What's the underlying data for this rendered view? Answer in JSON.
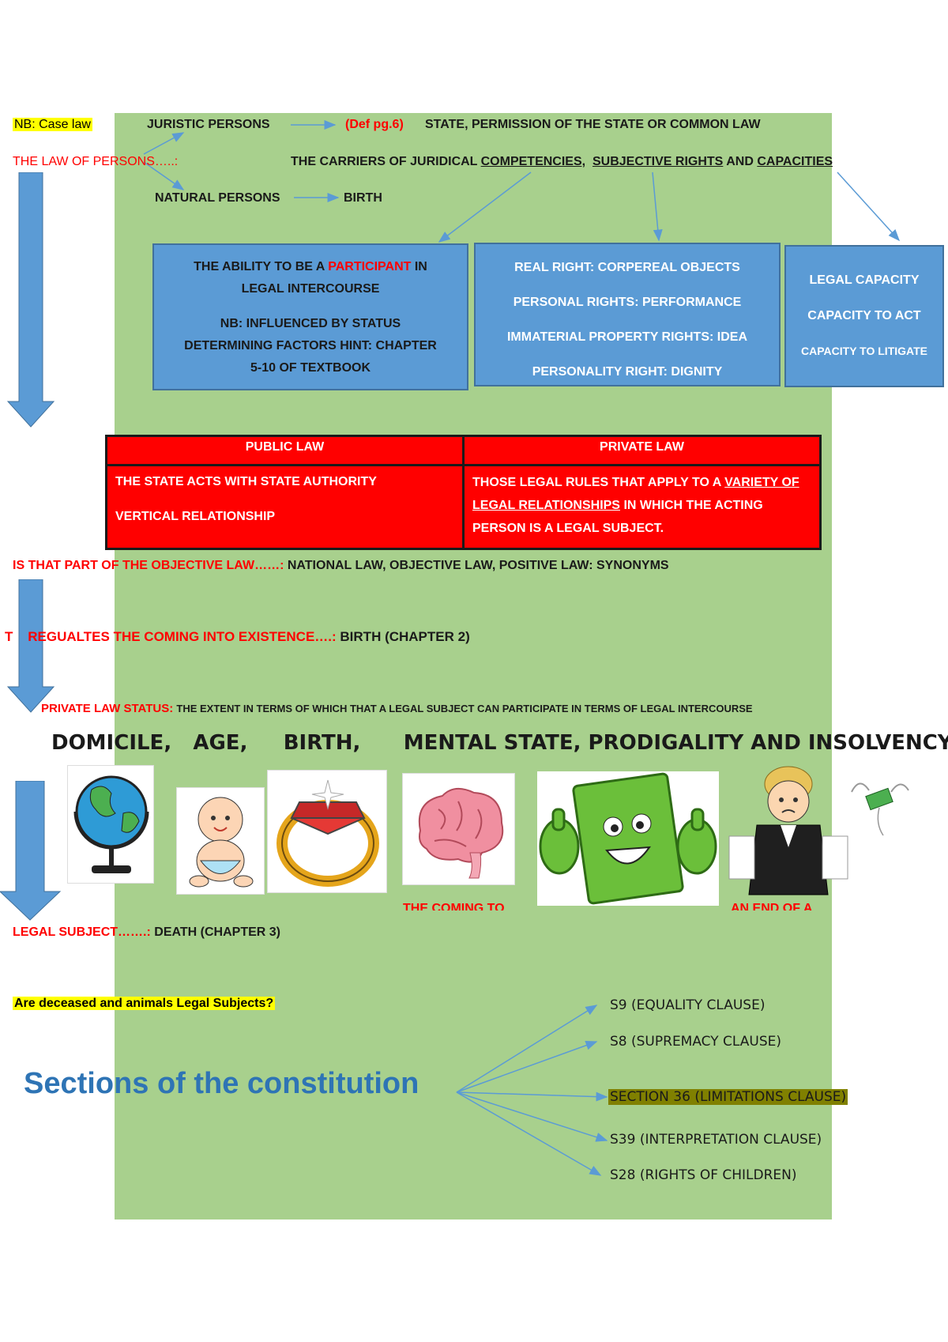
{
  "row1": {
    "nb_label": "NB: Case law",
    "juristic": "JURISTIC PERSONS",
    "def_ref": "(Def pg.6)",
    "juristic_def": "STATE, PERMISSION OF THE STATE OR COMMON LAW"
  },
  "row2": {
    "law_of_persons": "THE LAW OF PERSONS…..:",
    "carriers_prefix": "THE CARRIERS OF JURIDICAL",
    "competencies": "COMPETENCIES,",
    "subjective_rights": "SUBJECTIVE RIGHTS",
    "and": "AND",
    "capacities": "CAPACITIES"
  },
  "row3": {
    "natural": "NATURAL PERSONS",
    "birth": "BIRTH"
  },
  "box_participant": {
    "line1_pre": "THE ABILITY TO BE A",
    "line1_red": "PARTICIPANT",
    "line1_post": "IN",
    "line2": "LEGAL INTERCOURSE",
    "line3": "NB: INFLUENCED BY STATUS",
    "line4": "DETERMINING FACTORS HINT: CHAPTER",
    "line5": "5-10 OF TEXTBOOK"
  },
  "box_rights": {
    "items": [
      "REAL RIGHT: CORPEREAL OBJECTS",
      "PERSONAL RIGHTS: PERFORMANCE",
      "IMMATERIAL PROPERTY RIGHTS: IDEA",
      "PERSONALITY RIGHT: DIGNITY"
    ]
  },
  "box_capacity": {
    "items": [
      "LEGAL CAPACITY",
      "CAPACITY TO ACT",
      "CAPACITY TO LITIGATE"
    ]
  },
  "law_table": {
    "public_header": "PUBLIC LAW",
    "private_header": "PRIVATE LAW",
    "public_line1": "THE STATE ACTS WITH STATE AUTHORITY",
    "public_line2": "VERTICAL RELATIONSHIP",
    "private_pre": "THOSE LEGAL RULES THAT APPLY TO A",
    "private_u": "VARIETY OF LEGAL RELATIONSHIPS",
    "private_post": "IN WHICH THE ACTING PERSON IS A LEGAL SUBJECT."
  },
  "objective_law": {
    "red": "IS THAT PART OF THE OBJECTIVE LAW……:",
    "black": "NATIONAL LAW, OBJECTIVE LAW, POSITIVE LAW: SYNONYMS"
  },
  "regulates": {
    "red": "T    REGUALTES THE COMING INTO EXISTENCE….:",
    "black": "BIRTH (CHAPTER 2)"
  },
  "status": {
    "red": "PRIVATE LAW STATUS:",
    "black": "THE EXTENT IN TERMS OF WHICH THAT A LEGAL SUBJECT CAN PARTICIPATE IN TERMS OF LEGAL INTERCOURSE"
  },
  "status_factors": "DOMICILE,   AGE,     BIRTH,      MENTAL STATE, PRODIGALITY AND INSOLVENCY",
  "partial_labels": {
    "coming_to": "THE COMING TO",
    "end_of": "AN END OF A"
  },
  "legal_subject": {
    "red": "LEGAL SUBJECT…….:",
    "black": "DEATH (CHAPTER 3)"
  },
  "question": "Are deceased and animals Legal Subjects?",
  "sections_title": "Sections of the constitution",
  "sections": [
    "S9 (EQUALITY CLAUSE)",
    "S8 (SUPREMACY CLAUSE)",
    "SECTION 36 (LIMITATIONS CLAUSE)",
    "S39 (INTERPRETATION CLAUSE)",
    "S28 (RIGHTS OF CHILDREN)"
  ],
  "colors": {
    "panel_green": "#a8d08d",
    "box_blue": "#5b9bd5",
    "table_red": "#ff0000",
    "title_blue": "#2e74b5",
    "highlight_yellow": "#ffff00",
    "highlight_olive": "#808000"
  },
  "icons": [
    "globe-icon",
    "baby-icon",
    "ring-icon",
    "brain-icon",
    "money-icon",
    "broke-man-icon"
  ]
}
